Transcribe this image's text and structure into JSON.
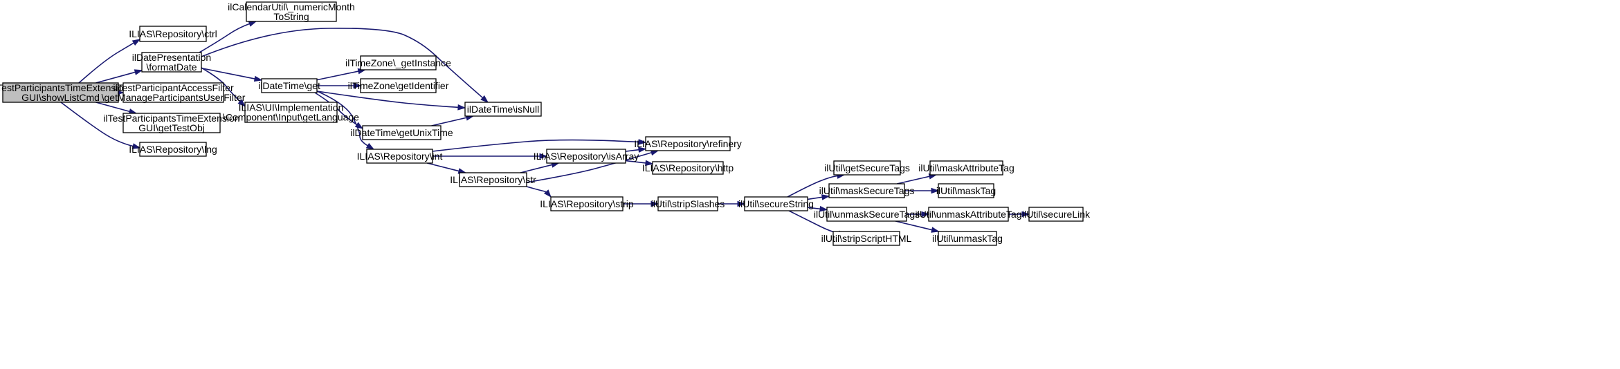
{
  "colors": {
    "root_fill": "#bfbfbf",
    "node_fill": "#ffffff",
    "edge": "#191970"
  },
  "nodes": [
    {
      "id": "root",
      "lines": [
        "ilTestParticipantsTimeExtension",
        "GUI\\showListCmd"
      ]
    },
    {
      "id": "ctrl",
      "lines": [
        "ILIAS\\Repository\\ctrl"
      ]
    },
    {
      "id": "formatDate",
      "lines": [
        "ilDatePresentation",
        "\\formatDate"
      ]
    },
    {
      "id": "accessFilter",
      "lines": [
        "ilTestParticipantAccessFilter",
        "\\getManageParticipantsUserFilter"
      ]
    },
    {
      "id": "getTestObj",
      "lines": [
        "ilTestParticipantsTimeExtension",
        "GUI\\getTestObj"
      ]
    },
    {
      "id": "lng",
      "lines": [
        "ILIAS\\Repository\\lng"
      ]
    },
    {
      "id": "numericMonth",
      "lines": [
        "ilCalendarUtil\\_numericMonth",
        "ToString"
      ]
    },
    {
      "id": "dtGet",
      "lines": [
        "ilDateTime\\get"
      ]
    },
    {
      "id": "getLanguage",
      "lines": [
        "ILIAS\\UI\\Implementation",
        "\\Component\\Input\\getLanguage"
      ]
    },
    {
      "id": "tzInstance",
      "lines": [
        "ilTimeZone\\_getInstance"
      ]
    },
    {
      "id": "tzIdentifier",
      "lines": [
        "ilTimeZone\\getIdentifier"
      ]
    },
    {
      "id": "isNull",
      "lines": [
        "ilDateTime\\isNull"
      ]
    },
    {
      "id": "unixTime",
      "lines": [
        "ilDateTime\\getUnixTime"
      ]
    },
    {
      "id": "repoInt",
      "lines": [
        "ILIAS\\Repository\\int"
      ]
    },
    {
      "id": "repoStr",
      "lines": [
        "ILIAS\\Repository\\str"
      ]
    },
    {
      "id": "isArray",
      "lines": [
        "ILIAS\\Repository\\isArray"
      ]
    },
    {
      "id": "refinery",
      "lines": [
        "ILIAS\\Repository\\refinery"
      ]
    },
    {
      "id": "http",
      "lines": [
        "ILIAS\\Repository\\http"
      ]
    },
    {
      "id": "strip",
      "lines": [
        "ILIAS\\Repository\\strip"
      ]
    },
    {
      "id": "stripSlashes",
      "lines": [
        "ilUtil\\stripSlashes"
      ]
    },
    {
      "id": "secureString",
      "lines": [
        "ilUtil\\secureString"
      ]
    },
    {
      "id": "getSecureTags",
      "lines": [
        "ilUtil\\getSecureTags"
      ]
    },
    {
      "id": "maskSecureTags",
      "lines": [
        "ilUtil\\maskSecureTags"
      ]
    },
    {
      "id": "unmaskSecureTags",
      "lines": [
        "ilUtil\\unmaskSecureTags"
      ]
    },
    {
      "id": "stripScriptHTML",
      "lines": [
        "ilUtil\\stripScriptHTML"
      ]
    },
    {
      "id": "maskAttributeTag",
      "lines": [
        "ilUtil\\maskAttributeTag"
      ]
    },
    {
      "id": "maskTag",
      "lines": [
        "ilUtil\\maskTag"
      ]
    },
    {
      "id": "unmaskAttributeTag",
      "lines": [
        "ilUtil\\unmaskAttributeTag"
      ]
    },
    {
      "id": "unmaskTag",
      "lines": [
        "ilUtil\\unmaskTag"
      ]
    },
    {
      "id": "secureLink",
      "lines": [
        "ilUtil\\secureLink"
      ]
    }
  ],
  "edges": [
    [
      "root",
      "ctrl"
    ],
    [
      "root",
      "formatDate"
    ],
    [
      "root",
      "accessFilter"
    ],
    [
      "root",
      "getTestObj"
    ],
    [
      "root",
      "lng"
    ],
    [
      "formatDate",
      "numericMonth"
    ],
    [
      "formatDate",
      "isNull"
    ],
    [
      "formatDate",
      "dtGet"
    ],
    [
      "formatDate",
      "getLanguage"
    ],
    [
      "dtGet",
      "tzInstance"
    ],
    [
      "dtGet",
      "tzIdentifier"
    ],
    [
      "dtGet",
      "isNull"
    ],
    [
      "dtGet",
      "unixTime"
    ],
    [
      "dtGet",
      "repoInt"
    ],
    [
      "unixTime",
      "isNull"
    ],
    [
      "repoInt",
      "refinery"
    ],
    [
      "repoInt",
      "isArray"
    ],
    [
      "repoInt",
      "repoStr"
    ],
    [
      "repoStr",
      "isArray"
    ],
    [
      "repoStr",
      "refinery"
    ],
    [
      "repoStr",
      "strip"
    ],
    [
      "isArray",
      "refinery"
    ],
    [
      "isArray",
      "http"
    ],
    [
      "strip",
      "stripSlashes"
    ],
    [
      "stripSlashes",
      "secureString"
    ],
    [
      "secureString",
      "getSecureTags"
    ],
    [
      "secureString",
      "maskSecureTags"
    ],
    [
      "secureString",
      "unmaskSecureTags"
    ],
    [
      "secureString",
      "stripScriptHTML"
    ],
    [
      "maskSecureTags",
      "maskAttributeTag"
    ],
    [
      "maskSecureTags",
      "maskTag"
    ],
    [
      "unmaskSecureTags",
      "unmaskAttributeTag"
    ],
    [
      "unmaskSecureTags",
      "unmaskTag"
    ],
    [
      "unmaskAttributeTag",
      "secureLink"
    ]
  ]
}
